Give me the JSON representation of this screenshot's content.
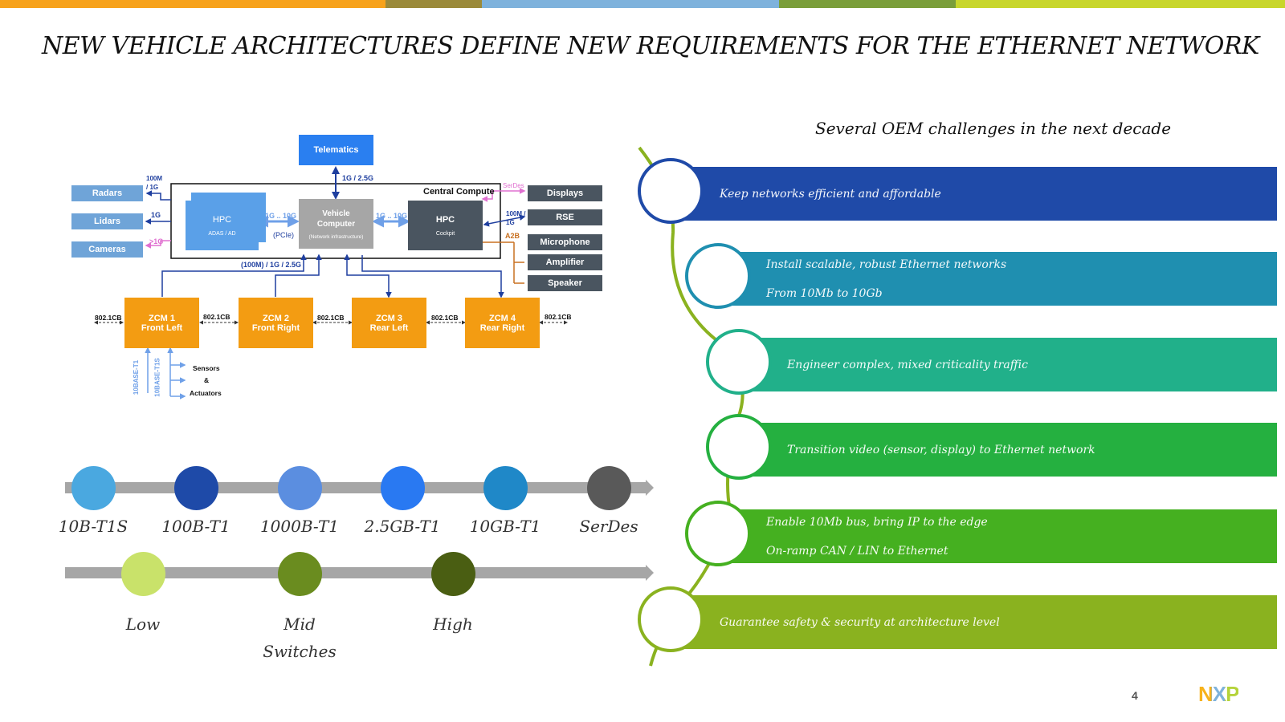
{
  "title": "NEW VEHICLE ARCHITECTURES DEFINE NEW REQUIREMENTS FOR THE ETHERNET NETWORK",
  "colors": {
    "topbar": [
      "#f7a21b",
      "#9b8a3a",
      "#7eb2dc",
      "#7a9e3a",
      "#c8d62c"
    ],
    "orange": "#f39c12",
    "blue": "#2f80ed",
    "darkgray": "#4a5560"
  },
  "diagram": {
    "telematics": "Telematics",
    "telematics_link": "1G / 2.5G",
    "central_compute": "Central Compute",
    "hpc_adas": {
      "title": "HPC",
      "sub": "ADAS / AD"
    },
    "vehicle_computer": {
      "title": "Vehicle Computer",
      "sub": "(Network infrastructure)"
    },
    "hpc_cockpit": {
      "title": "HPC",
      "sub": "Cockpit"
    },
    "link_adas_vc": "1G .. 10G",
    "link_pcie": "(PCIe)",
    "link_vc_cockpit": "1G .. 10G",
    "left_devices": [
      "Radars",
      "Lidars",
      "Cameras"
    ],
    "left_links": [
      "100M / 1G",
      "1G",
      ">1G"
    ],
    "right_devices": [
      "Displays",
      "RSE",
      "Microphone",
      "Amplifier",
      "Speaker"
    ],
    "right_links": [
      "SerDes",
      "100M / 1G",
      "A2B"
    ],
    "zone_link": "(100M) / 1G / 2.5G",
    "zones": [
      {
        "name": "ZCM 1",
        "loc": "Front Left"
      },
      {
        "name": "ZCM 2",
        "loc": "Front Right"
      },
      {
        "name": "ZCM 3",
        "loc": "Rear Left"
      },
      {
        "name": "ZCM 4",
        "loc": "Rear Right"
      }
    ],
    "tsn": "802.1CB",
    "t1_labels": [
      "10BASE-T1",
      "10BASE-T1S"
    ],
    "sensors": [
      "Sensors",
      "&",
      "Actuators"
    ]
  },
  "speeds": {
    "items": [
      {
        "label": "10B-T1S",
        "color": "#4aa8e0"
      },
      {
        "label": "100B-T1",
        "color": "#1e4aa8"
      },
      {
        "label": "1000B-T1",
        "color": "#5b8ee0"
      },
      {
        "label": "2.5GB-T1",
        "color": "#2979f2"
      },
      {
        "label": "10GB-T1",
        "color": "#1f88c8"
      },
      {
        "label": "SerDes",
        "color": "#595959"
      }
    ]
  },
  "levels": {
    "items": [
      {
        "label": "Low",
        "color": "#c9e26a"
      },
      {
        "label": "Mid",
        "color": "#6a8c1f"
      },
      {
        "label": "High",
        "color": "#4a5e12"
      }
    ],
    "extra": "Switches"
  },
  "challenges": {
    "heading": "Several OEM challenges in the next decade",
    "items": [
      {
        "lines": [
          "Keep networks efficient and affordable"
        ],
        "color": "#1f4aa8"
      },
      {
        "lines": [
          "Install scalable, robust Ethernet networks",
          "From 10Mb to 10Gb"
        ],
        "color": "#1f8fb0"
      },
      {
        "lines": [
          "Engineer complex, mixed criticality traffic"
        ],
        "color": "#21b08a"
      },
      {
        "lines": [
          "Transition video (sensor, display) to Ethernet network"
        ],
        "color": "#25b040"
      },
      {
        "lines": [
          "Enable 10Mb bus, bring IP to the edge",
          "On-ramp CAN / LIN to Ethernet"
        ],
        "color": "#45b020"
      },
      {
        "lines": [
          "Guarantee safety & security at architecture level"
        ],
        "color": "#8ab21f"
      }
    ]
  },
  "page_number": "4",
  "logo": "NXP"
}
